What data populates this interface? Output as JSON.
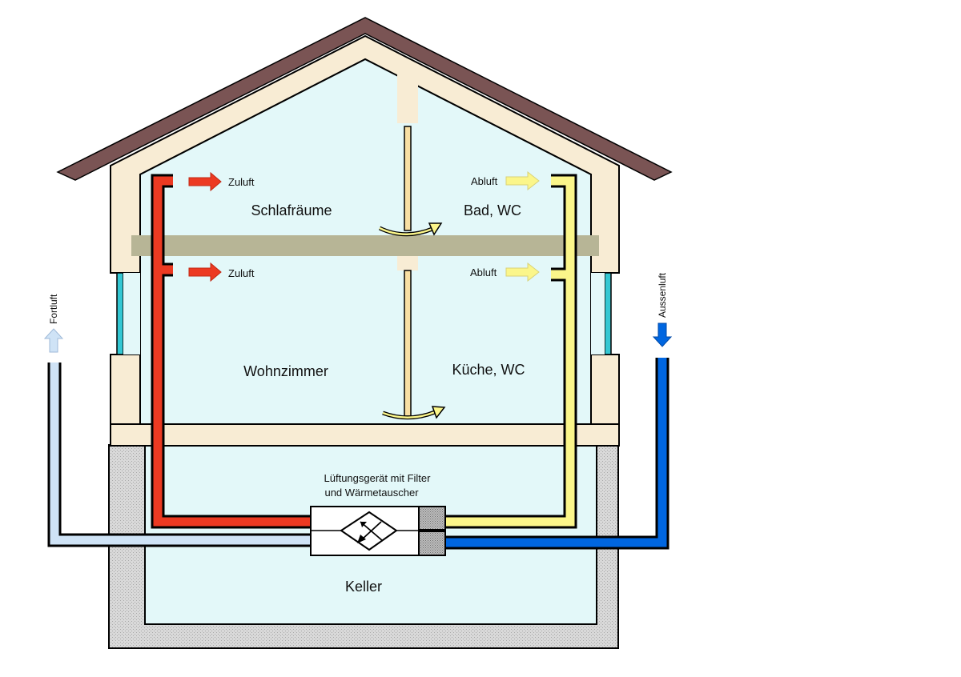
{
  "labels": {
    "rooms": {
      "bedrooms": "Schlafräume",
      "bath_upper": "Bad, WC",
      "living": "Wohnzimmer",
      "kitchen": "Küche, WC",
      "cellar": "Keller"
    },
    "supply_upper": "Zuluft",
    "supply_lower": "Zuluft",
    "extract_upper": "Abluft",
    "extract_lower": "Abluft",
    "exhaust_air": "Fortluft",
    "outdoor_air": "Aussenluft",
    "unit_line1": "Lüftungsgerät mit Filter",
    "unit_line2": "und Wärmetauscher"
  },
  "colors": {
    "roof": "#7a5454",
    "wall": "#f8ecd4",
    "interior": "#e3f8f9",
    "slab": "#b7b596",
    "basement_wall": "#d2d2d2",
    "window": "#33c7d3",
    "supply_duct": "#ec3a22",
    "extract_duct": "#fbf68a",
    "outdoor_duct": "#0066e0",
    "exhaust_duct": "#cfe3f6",
    "door": "#f8dfa3"
  }
}
